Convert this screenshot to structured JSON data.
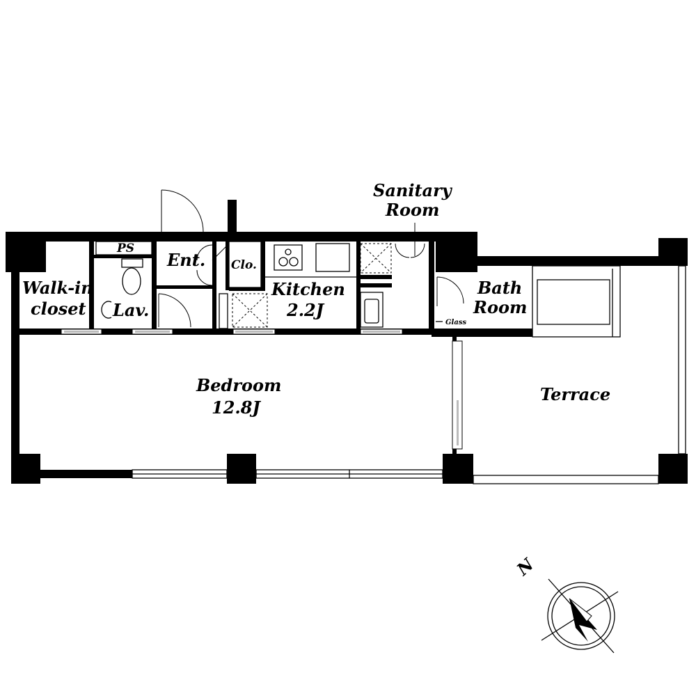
{
  "rooms": {
    "walk_in_closet": [
      "Walk-in",
      "closet"
    ],
    "ps": "PS",
    "lav": "Lav.",
    "ent": "Ent.",
    "clo": "Clo.",
    "kitchen": [
      "Kitchen",
      "2.2J"
    ],
    "sanitary_room": [
      "Sanitary",
      "Room"
    ],
    "bath_room": [
      "Bath",
      "Room"
    ],
    "glass": "Glass",
    "bedroom": [
      "Bedroom",
      "12.8J"
    ],
    "terrace": "Terrace"
  },
  "compass": {
    "north": "N",
    "icon": "compass-icon"
  },
  "colors": {
    "wall": "#000000",
    "background": "#ffffff"
  }
}
